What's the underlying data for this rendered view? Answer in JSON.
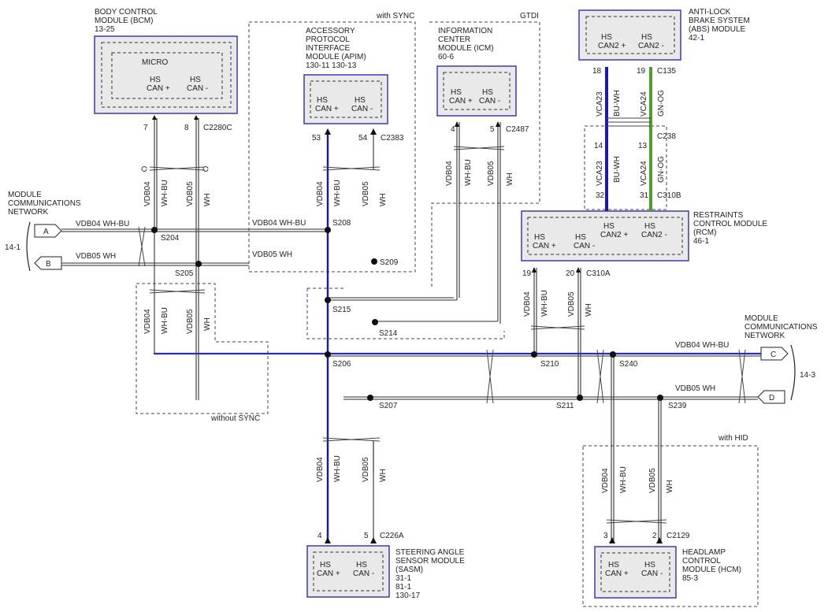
{
  "zones": {
    "with_sync": "with SYNC",
    "gtdi": "GTDI",
    "without_sync": "without SYNC",
    "with_hid": "with HID"
  },
  "modules": {
    "bcm": {
      "title": [
        "BODY CONTROL",
        "MODULE (BCM)",
        "13-25"
      ],
      "micro": "MICRO",
      "pin_a": [
        "HS",
        "CAN +"
      ],
      "pin_b": [
        "HS",
        "CAN -"
      ],
      "pin_nums": [
        "7",
        "8"
      ],
      "connector": "C2280C"
    },
    "apim": {
      "title": [
        "ACCESSORY",
        "PROTOCOL",
        "INTERFACE",
        "MODULE (APIM)",
        "130-11  130-13"
      ],
      "pin_a": [
        "HS",
        "CAN +"
      ],
      "pin_b": [
        "HS",
        "CAN -"
      ],
      "pin_nums": [
        "53",
        "54"
      ],
      "connector": "C2383"
    },
    "icm": {
      "title": [
        "INFORMATION",
        "CENTER",
        "MODULE (ICM)",
        "60-6"
      ],
      "pin_a": [
        "HS",
        "CAN +"
      ],
      "pin_b": [
        "HS",
        "CAN -"
      ],
      "pin_nums": [
        "4",
        "5"
      ],
      "connector": "C2487"
    },
    "abs": {
      "title": [
        "ANTI-LOCK",
        "BRAKE SYSTEM",
        "(ABS) MODULE",
        "42-1"
      ],
      "pin_a": [
        "HS",
        "CAN2 +"
      ],
      "pin_b": [
        "HS",
        "CAN2 -"
      ],
      "pin_nums": [
        "18",
        "19"
      ],
      "connector": "C135"
    },
    "rcm": {
      "title": [
        "RESTRAINTS",
        "CONTROL MODULE",
        "(RCM)",
        "46-1"
      ],
      "pin_a": [
        "HS",
        "CAN +"
      ],
      "pin_b": [
        "HS",
        "CAN -"
      ],
      "pin_c": [
        "HS",
        "CAN2 +"
      ],
      "pin_d": [
        "HS",
        "CAN2 -"
      ],
      "pin_nums_bottom": [
        "19",
        "20"
      ],
      "connector_bottom": "C310A",
      "pin_nums_top": [
        "32",
        "31"
      ],
      "connector_top": "C310B"
    },
    "sasm": {
      "title": [
        "STEERING ANGLE",
        "SENSOR MODULE",
        "(SASM)",
        "31-1",
        "81-1",
        "130-17"
      ],
      "pin_a": [
        "HS",
        "CAN +"
      ],
      "pin_b": [
        "HS",
        "CAN -"
      ],
      "pin_nums": [
        "4",
        "5"
      ],
      "connector": "C226A"
    },
    "hcm": {
      "title": [
        "HEADLAMP",
        "CONTROL",
        "MODULE (HCM)",
        "85-3"
      ],
      "pin_a": [
        "HS",
        "CAN +"
      ],
      "pin_b": [
        "HS",
        "CAN -"
      ],
      "pin_nums": [
        "3",
        "2"
      ],
      "connector": "C2129"
    }
  },
  "network_left": {
    "title": [
      "MODULE",
      "COMMUNICATIONS",
      "NETWORK"
    ],
    "ref": "14-1",
    "conn_a": "A",
    "conn_b": "B",
    "wire_a": "VDB04  WH-BU",
    "wire_b": "VDB05  WH"
  },
  "network_right": {
    "title": [
      "MODULE",
      "COMMUNICATIONS",
      "NETWORK"
    ],
    "ref": "14-3",
    "conn_c": "C",
    "conn_d": "D",
    "wire_c": "VDB04  WH-BU",
    "wire_d": "VDB05  WH"
  },
  "wires": {
    "vdb04": "VDB04",
    "vdb05": "VDB05",
    "whbu": "WH-BU",
    "wh": "WH",
    "vca23": "VCA23",
    "vca24": "VCA24",
    "buwh": "BU-WH",
    "gnog": "GN-OG",
    "vdb04_whbu": "VDB04  WH-BU",
    "vdb05_wh": "VDB05  WH"
  },
  "abs_rcm": {
    "pin_top": [
      "14",
      "13"
    ],
    "connector_mid": "C238"
  },
  "splices": {
    "s204": "S204",
    "s205": "S205",
    "s206": "S206",
    "s207": "S207",
    "s208": "S208",
    "s209": "S209",
    "s210": "S210",
    "s211": "S211",
    "s214": "S214",
    "s215": "S215",
    "s239": "S239",
    "s240": "S240"
  }
}
